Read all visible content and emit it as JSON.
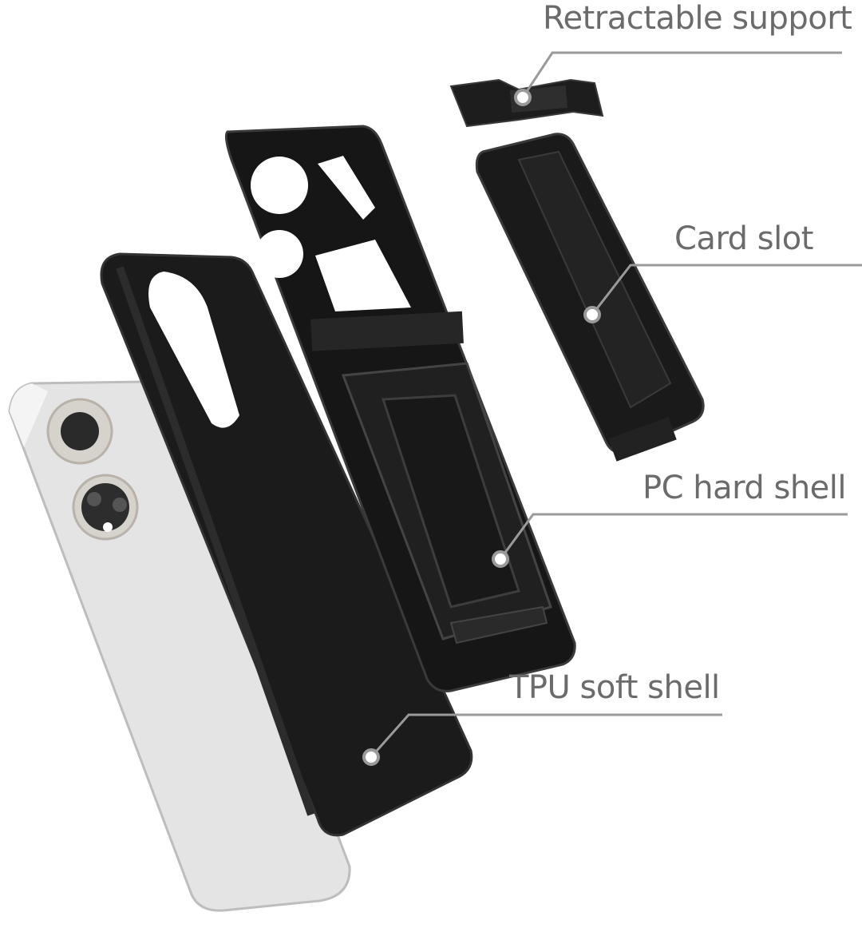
{
  "callouts": {
    "retractable_support": "Retractable support",
    "card_slot": "Card slot",
    "pc_hard_shell": "PC hard shell",
    "tpu_soft_shell": "TPU soft shell"
  },
  "colors": {
    "label": "#6b6b6b",
    "case": "#1a1a1a",
    "phone": "#e6e6e6"
  }
}
